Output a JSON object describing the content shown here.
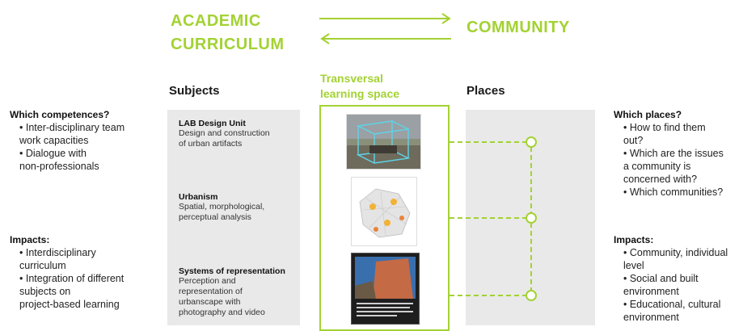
{
  "header": {
    "academic_line1": "ACADEMIC",
    "academic_line2": "CURRICULUM",
    "community": "COMMUNITY",
    "transversal_line1": "Transversal",
    "transversal_line2": "learning space"
  },
  "columns": {
    "subjects": "Subjects",
    "places": "Places"
  },
  "left": {
    "competences_title": "Which competences?",
    "competences": [
      "• Inter-disciplinary team",
      "work capacities",
      "• Dialogue with",
      "non-professionals"
    ],
    "impacts_title": "Impacts:",
    "impacts": [
      "• Interdisciplinary",
      "curriculum",
      "• Integration of different",
      "subjects on",
      "project-based learning"
    ]
  },
  "subjects": [
    {
      "title": "LAB Design Unit",
      "body": [
        "Design and construction",
        "of urban artifacts"
      ]
    },
    {
      "title": "Urbanism",
      "body": [
        "Spatial, morphological,",
        "perceptual analysis"
      ]
    },
    {
      "title": "Systems of representation",
      "body": [
        "Perception and",
        "representation of",
        "urbanscape with",
        "photography and video"
      ]
    }
  ],
  "right": {
    "places_title": "Which places?",
    "places": [
      "• How to find them",
      "out?",
      "• Which are the issues",
      "a community is",
      "concerned with?",
      "• Which communities?"
    ],
    "impacts_title": "Impacts:",
    "impacts": [
      "• Community, individual",
      "level",
      "• Social and built",
      "environment",
      "• Educational, cultural",
      "environment"
    ]
  },
  "colors": {
    "accent": "#a3d233",
    "panel": "#e9e9e9"
  }
}
